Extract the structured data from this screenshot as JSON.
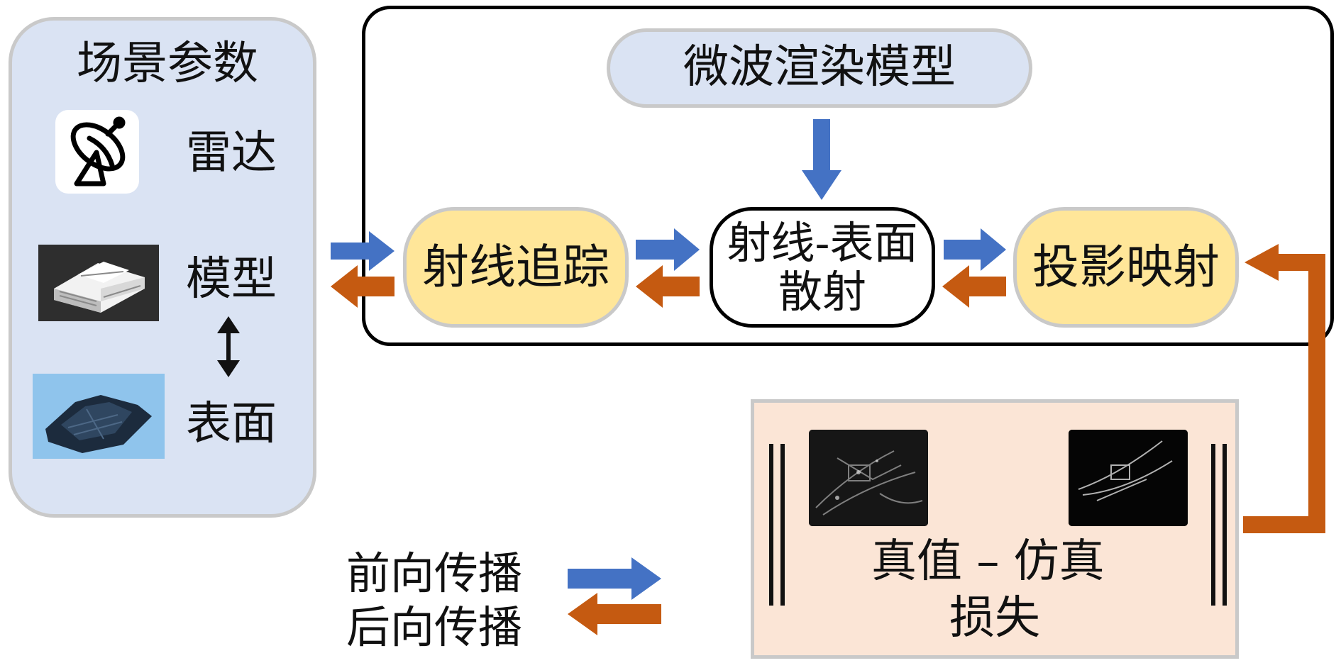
{
  "scene_params": {
    "title": "场景参数",
    "radar_label": "雷达",
    "model_label": "模型",
    "surface_label": "表面"
  },
  "render_model": {
    "title": "微波渲染模型"
  },
  "ray_tracing": {
    "label": "射线追踪"
  },
  "ray_surface_scattering": {
    "line1": "射线-表面",
    "line2": "散射"
  },
  "projection_mapping": {
    "label": "投影映射"
  },
  "loss": {
    "line1": "真值 – 仿真",
    "line2": "损失"
  },
  "legend": {
    "forward_label": "前向传播",
    "backward_label": "后向传播"
  },
  "colors": {
    "forward_arrow": "#4472c4",
    "backward_arrow": "#c55a11",
    "scene_panel_bg": "#dae3f3",
    "node_yellow": "#ffe699",
    "loss_panel_bg": "#fbe5d6",
    "surface_image_bg": "#8fc4ec"
  }
}
